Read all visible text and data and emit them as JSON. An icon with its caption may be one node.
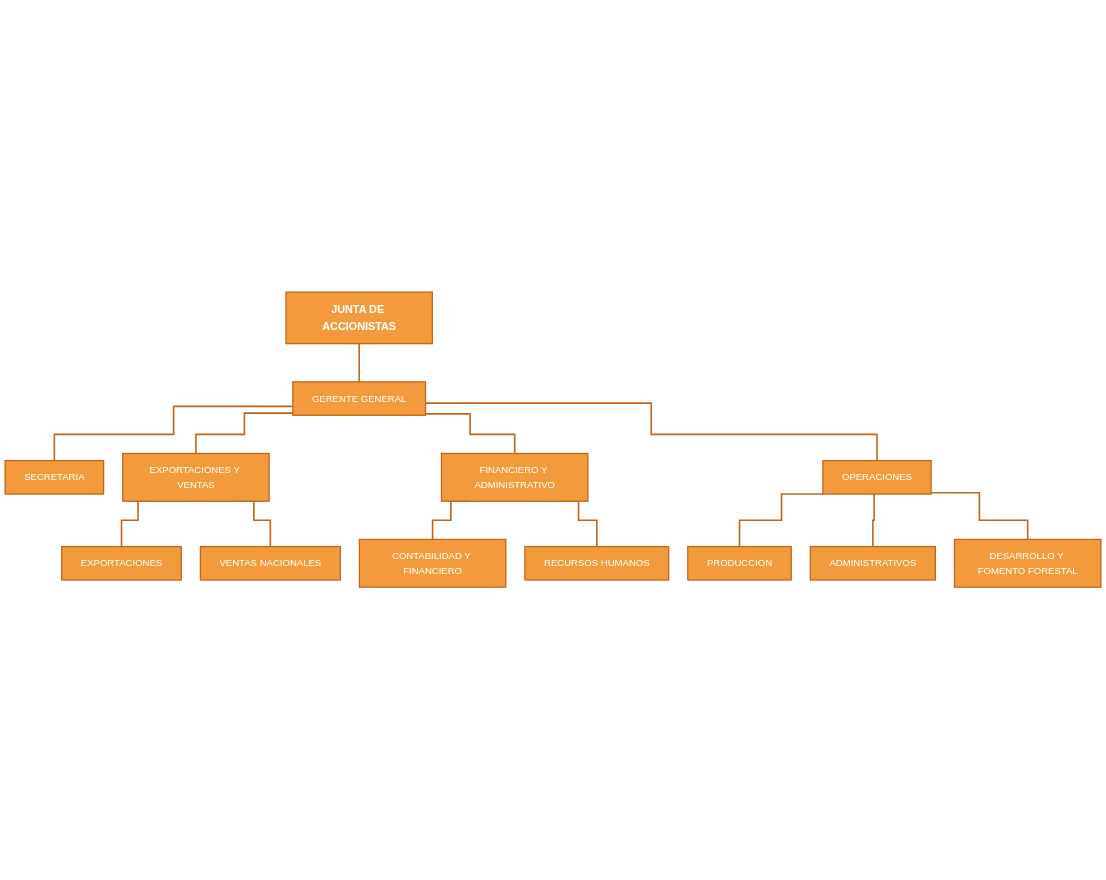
{
  "diagram": {
    "nodes": [
      {
        "text": [
          "JUNTA DE ACCIONISTAS"
        ]
      },
      {
        "text": [
          "GERENTE GENERAL"
        ]
      },
      {
        "text": [
          "SECRETARIA"
        ]
      },
      {
        "text": [
          "EXPORTACIONES Y VENTAS"
        ]
      },
      {
        "text": [
          "FINANCIERO Y ADMINISTRATIVO"
        ]
      },
      {
        "text": [
          "OPERACIONES"
        ]
      },
      {
        "text": [
          "EXPORTACIONES"
        ]
      },
      {
        "text": [
          "VENTAS NACIONALES"
        ]
      },
      {
        "text": [
          "CONTABILIDAD Y FINANCIERO"
        ]
      },
      {
        "text": [
          "RECURSOS HUMANOS"
        ]
      },
      {
        "text": [
          "PRODUCCION"
        ]
      },
      {
        "text": [
          "ADMINISTRATIVOS"
        ]
      },
      {
        "text": [
          "DESARROLLO Y FOMENTO FORESTAL"
        ]
      }
    ],
    "edges": [
      {
        "from": 0,
        "to": 1,
        "arrow": "none"
      },
      {
        "from": 1,
        "to": 2,
        "arrow": "none"
      },
      {
        "from": 1,
        "to": 3,
        "arrow": "none"
      },
      {
        "from": 1,
        "to": 4,
        "arrow": "none"
      },
      {
        "from": 1,
        "to": 5,
        "arrow": "none"
      },
      {
        "from": 3,
        "to": 6,
        "arrow": "none"
      },
      {
        "from": 3,
        "to": 7,
        "arrow": "none"
      },
      {
        "from": 4,
        "to": 8,
        "arrow": "none"
      },
      {
        "from": 4,
        "to": 9,
        "arrow": "none"
      },
      {
        "from": 5,
        "to": 10,
        "arrow": "none"
      },
      {
        "from": 5,
        "to": 11,
        "arrow": "none"
      },
      {
        "from": 5,
        "to": 12,
        "arrow": "none"
      }
    ]
  }
}
